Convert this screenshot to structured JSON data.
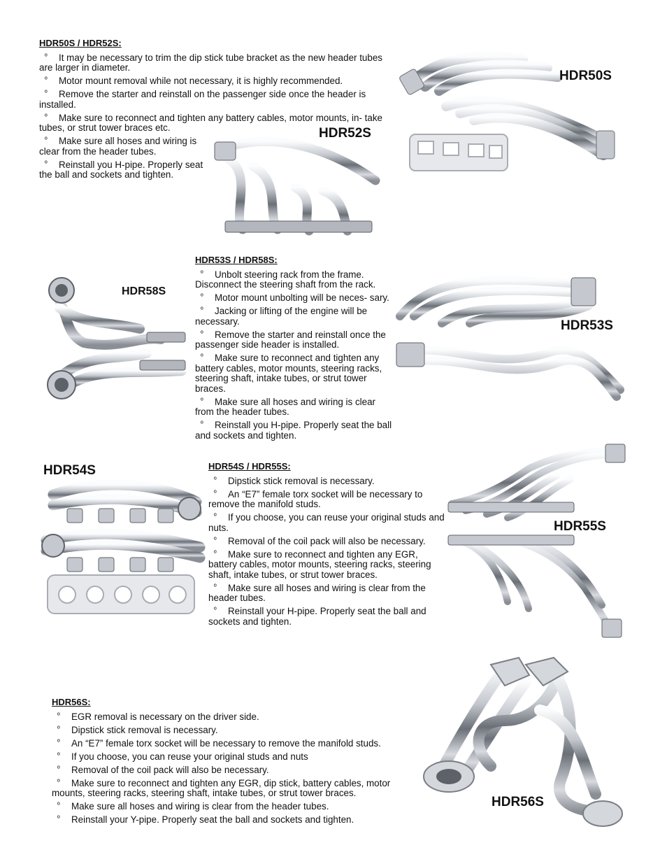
{
  "sections": {
    "s1": {
      "heading": "HDR50S / HDR52S:",
      "items": [
        "It may be necessary to trim the dip stick tube bracket as the new header tubes are larger in diameter.",
        "Motor mount removal while not necessary, it is highly recommended.",
        "Remove the starter and reinstall on the passenger side once the header is installed.",
        "Make sure to reconnect and tighten any battery cables, motor mounts, in- take tubes, or strut tower braces etc.",
        "Make sure all hoses and wiring is clear from the header tubes.",
        "Reinstall you H-pipe. Properly seat the ball and sockets and tighten."
      ]
    },
    "s2": {
      "heading": "HDR53S / HDR58S:",
      "items": [
        "Unbolt steering rack from the frame. Disconnect the steering shaft from the rack.",
        "Motor mount unbolting will be neces- sary.",
        "Jacking or lifting of the engine will be necessary.",
        "Remove the starter and reinstall once the passenger side header is installed.",
        "Make sure to reconnect and tighten any battery cables, motor mounts, steering racks, steering shaft, intake tubes, or strut tower braces.",
        "Make sure all hoses and wiring is clear from the header tubes.",
        "Reinstall you H-pipe. Properly seat the ball and sockets and tighten."
      ]
    },
    "s3": {
      "heading": "HDR54S / HDR55S:",
      "items": [
        "Dipstick stick removal is necessary.",
        "An “E7” female torx socket will be necessary to remove the manifold studs.",
        "If you choose, you can reuse your original studs and nuts.",
        "Removal of the coil pack will also be necessary.",
        "Make sure to reconnect and tighten any EGR, battery cables, motor mounts, steering racks, steering shaft, intake tubes, or strut tower braces.",
        "Make sure all hoses and wiring is clear from the header tubes.",
        "Reinstall your H-pipe.  Properly seat the ball and sockets and tighten."
      ]
    },
    "s4": {
      "heading": "HDR56S:",
      "items": [
        "EGR removal is necessary on the driver side.",
        "Dipstick stick removal is necessary.",
        "An “E7” female torx socket will be necessary to remove the manifold studs.",
        "If you choose, you can reuse your original studs and nuts",
        "Removal of the coil pack will also be necessary.",
        "Make sure to reconnect and tighten any EGR, dip stick, battery cables, motor mounts, steering racks, steering shaft, intake tubes, or strut tower braces.",
        "Make sure all hoses and wiring is clear from the header tubes.",
        "Reinstall your Y-pipe.  Properly seat the ball and sockets and tighten."
      ]
    }
  },
  "bullet_char": "º",
  "labels": {
    "hdr50s": "HDR50S",
    "hdr52s": "HDR52S",
    "hdr58s": "HDR58S",
    "hdr53s": "HDR53S",
    "hdr54s": "HDR54S",
    "hdr55s": "HDR55S",
    "hdr56s": "HDR56S"
  },
  "colors": {
    "chrome_light": "#eef0f3",
    "chrome_mid": "#a9adb3",
    "chrome_dark": "#5d6168",
    "gasket": "#c9ccd2"
  }
}
